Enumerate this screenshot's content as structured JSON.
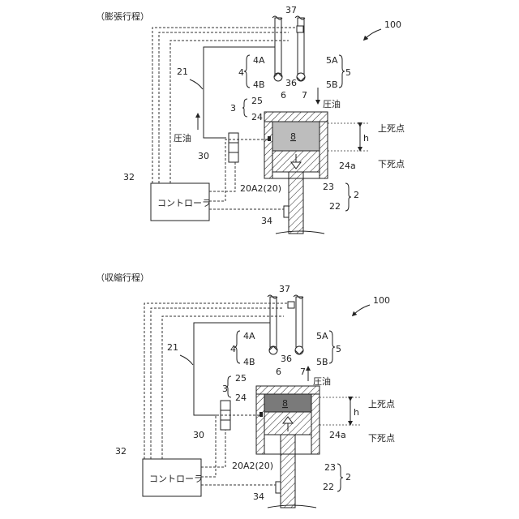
{
  "panels": [
    {
      "title": "（膨張行程）",
      "ref": "100",
      "controller": "コントローラ",
      "labels": {
        "n37": "37",
        "n4A": "4A",
        "n4": "4",
        "n4B": "4B",
        "n5A": "5A",
        "n5": "5",
        "n5B": "5B",
        "n36": "36",
        "n6": "6",
        "n7": "7",
        "n21": "21",
        "n25": "25",
        "n3": "3",
        "n24": "24",
        "n8": "8",
        "n30": "30",
        "n32": "32",
        "n20": "20A2(20)",
        "n23": "23",
        "n2": "2",
        "n22": "22",
        "n34": "34",
        "n24a": "24a",
        "h": "h",
        "tdc": "上死点",
        "bdc": "下死点",
        "oil_right": "圧油",
        "oil_left": "圧油"
      }
    },
    {
      "title": "（収縮行程）",
      "ref": "100",
      "controller": "コントローラ",
      "labels": {
        "n37": "37",
        "n4A": "4A",
        "n4": "4",
        "n4B": "4B",
        "n5A": "5A",
        "n5": "5",
        "n5B": "5B",
        "n36": "36",
        "n6": "6",
        "n7": "7",
        "n21": "21",
        "n25": "25",
        "n3": "3",
        "n24": "24",
        "n8": "8",
        "n30": "30",
        "n32": "32",
        "n20": "20A2(20)",
        "n23": "23",
        "n2": "2",
        "n22": "22",
        "n34": "34",
        "n24a": "24a",
        "h": "h",
        "tdc": "上死点",
        "bdc": "下死点",
        "oil_right": "圧油"
      }
    }
  ],
  "colors": {
    "chamber_expansion": "#bdbdbd",
    "chamber_contraction": "#7a7a7a",
    "line": "#222222"
  }
}
